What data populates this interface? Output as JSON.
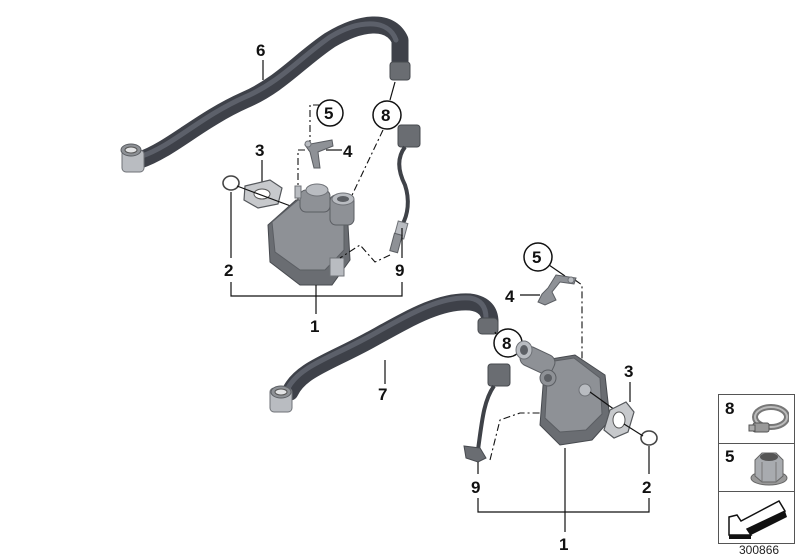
{
  "diagram": {
    "type": "parts-exploded-view",
    "reference_number": "300866",
    "groups": [
      {
        "name": "upper-assembly",
        "callouts": [
          {
            "label": "6",
            "part": "hose",
            "circled": false
          },
          {
            "label": "5",
            "part": "nut",
            "circled": true
          },
          {
            "label": "8",
            "part": "hose clamp",
            "circled": true
          },
          {
            "label": "3",
            "part": "gasket",
            "circled": false
          },
          {
            "label": "4",
            "part": "bracket",
            "circled": false
          },
          {
            "label": "2",
            "part": "o-ring",
            "circled": false
          },
          {
            "label": "9",
            "part": "sensor cable",
            "circled": false
          },
          {
            "label": "1",
            "part": "pump/valve assembly",
            "circled": false
          }
        ]
      },
      {
        "name": "lower-assembly",
        "callouts": [
          {
            "label": "5",
            "part": "nut",
            "circled": true
          },
          {
            "label": "4",
            "part": "bracket",
            "circled": false
          },
          {
            "label": "8",
            "part": "hose clamp",
            "circled": true
          },
          {
            "label": "7",
            "part": "hose",
            "circled": false
          },
          {
            "label": "3",
            "part": "gasket",
            "circled": false
          },
          {
            "label": "9",
            "part": "sensor cable",
            "circled": false
          },
          {
            "label": "2",
            "part": "o-ring",
            "circled": false
          },
          {
            "label": "1",
            "part": "pump/valve assembly",
            "circled": false
          }
        ]
      }
    ],
    "legend": [
      {
        "label": "8",
        "icon": "hose-clamp-icon"
      },
      {
        "label": "5",
        "icon": "hex-nut-icon"
      },
      {
        "label": "",
        "icon": "arrow-down-left-icon"
      }
    ]
  },
  "labels": {
    "u6": "6",
    "u5": "5",
    "u8": "8",
    "u3": "3",
    "u4": "4",
    "u2": "2",
    "u9": "9",
    "u1": "1",
    "l5": "5",
    "l4": "4",
    "l8": "8",
    "l7": "7",
    "l3": "3",
    "l9": "9",
    "l2": "2",
    "l1": "1"
  },
  "legend_labels": {
    "clamp": "8",
    "nut": "5"
  }
}
